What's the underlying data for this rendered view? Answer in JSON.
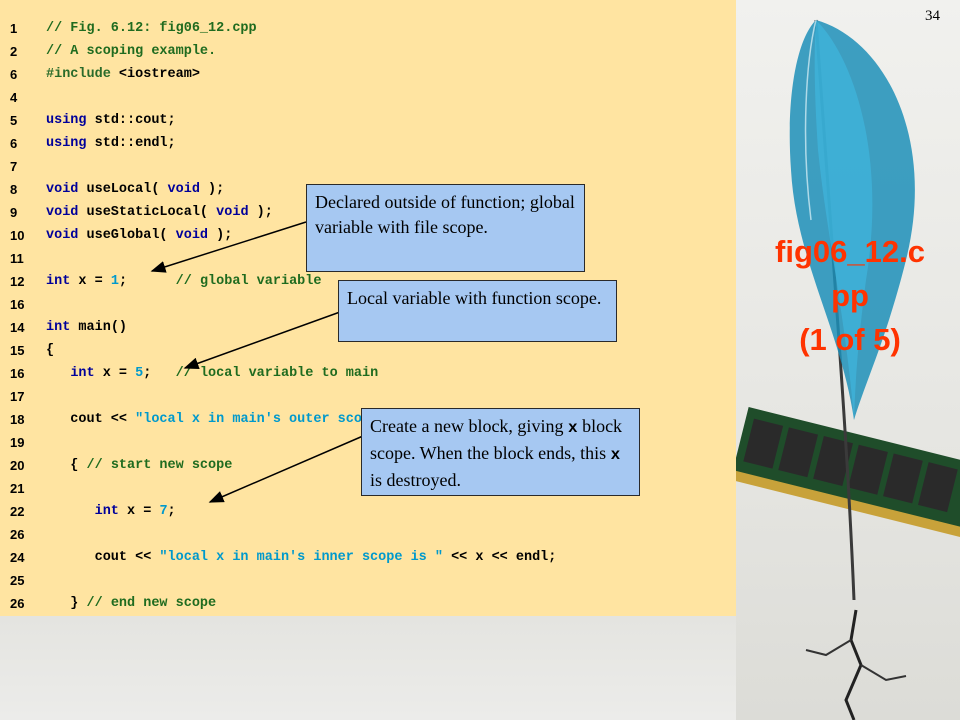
{
  "slide_number": "34",
  "side_title": {
    "line1": "fig06_12.c",
    "line2": "pp",
    "line3": "(1 of 5)"
  },
  "colors": {
    "code_background": "#ffe4a1",
    "callout_background": "#a6c8f2",
    "title_color": "#ff3300"
  },
  "lines": [
    {
      "n": "1",
      "tokens": [
        {
          "t": "com",
          "v": "// Fig. 6.12: fig06_12.cpp"
        }
      ]
    },
    {
      "n": "2",
      "tokens": [
        {
          "t": "com",
          "v": "// A scoping example."
        }
      ]
    },
    {
      "n": "6",
      "tokens": [
        {
          "t": "pp",
          "v": "#include "
        },
        {
          "t": "id",
          "v": "<iostream>"
        }
      ]
    },
    {
      "n": "4",
      "tokens": []
    },
    {
      "n": "5",
      "tokens": [
        {
          "t": "kw",
          "v": "using"
        },
        {
          "t": "id",
          "v": " std::cout;"
        }
      ]
    },
    {
      "n": "6",
      "tokens": [
        {
          "t": "kw",
          "v": "using"
        },
        {
          "t": "id",
          "v": " std::endl;"
        }
      ]
    },
    {
      "n": "7",
      "tokens": []
    },
    {
      "n": "8",
      "tokens": [
        {
          "t": "kw",
          "v": "void"
        },
        {
          "t": "id",
          "v": " useLocal( "
        },
        {
          "t": "kw",
          "v": "void"
        },
        {
          "t": "id",
          "v": " );"
        }
      ]
    },
    {
      "n": "9",
      "tokens": [
        {
          "t": "kw",
          "v": "void"
        },
        {
          "t": "id",
          "v": " useStaticLocal( "
        },
        {
          "t": "kw",
          "v": "void"
        },
        {
          "t": "id",
          "v": " );"
        }
      ]
    },
    {
      "n": "10",
      "tokens": [
        {
          "t": "kw",
          "v": "void"
        },
        {
          "t": "id",
          "v": " useGlobal( "
        },
        {
          "t": "kw",
          "v": "void"
        },
        {
          "t": "id",
          "v": " );"
        }
      ]
    },
    {
      "n": "11",
      "tokens": []
    },
    {
      "n": "12",
      "tokens": [
        {
          "t": "kw",
          "v": "int"
        },
        {
          "t": "id",
          "v": " x = "
        },
        {
          "t": "num",
          "v": "1"
        },
        {
          "t": "id",
          "v": ";      "
        },
        {
          "t": "com",
          "v": "// global variable"
        }
      ]
    },
    {
      "n": "16",
      "tokens": []
    },
    {
      "n": "14",
      "tokens": [
        {
          "t": "kw",
          "v": "int"
        },
        {
          "t": "id",
          "v": " main()"
        }
      ]
    },
    {
      "n": "15",
      "tokens": [
        {
          "t": "id",
          "v": "{"
        }
      ]
    },
    {
      "n": "16",
      "tokens": [
        {
          "t": "id",
          "v": "   "
        },
        {
          "t": "kw",
          "v": "int"
        },
        {
          "t": "id",
          "v": " x = "
        },
        {
          "t": "num",
          "v": "5"
        },
        {
          "t": "id",
          "v": ";   "
        },
        {
          "t": "com",
          "v": "// local variable to main"
        }
      ]
    },
    {
      "n": "17",
      "tokens": []
    },
    {
      "n": "18",
      "tokens": [
        {
          "t": "id",
          "v": "   cout << "
        },
        {
          "t": "str",
          "v": "\"local x in main's outer scope is \""
        }
      ]
    },
    {
      "n": "19",
      "tokens": []
    },
    {
      "n": "20",
      "tokens": [
        {
          "t": "id",
          "v": "   { "
        },
        {
          "t": "com",
          "v": "// start new scope"
        }
      ]
    },
    {
      "n": "21",
      "tokens": []
    },
    {
      "n": "22",
      "tokens": [
        {
          "t": "id",
          "v": "      "
        },
        {
          "t": "kw",
          "v": "int"
        },
        {
          "t": "id",
          "v": " x = "
        },
        {
          "t": "num",
          "v": "7"
        },
        {
          "t": "id",
          "v": ";"
        }
      ]
    },
    {
      "n": "26",
      "tokens": []
    },
    {
      "n": "24",
      "tokens": [
        {
          "t": "id",
          "v": "      cout << "
        },
        {
          "t": "str",
          "v": "\"local x in main's inner scope is \""
        },
        {
          "t": "id",
          "v": " << x << endl;"
        }
      ]
    },
    {
      "n": "25",
      "tokens": []
    },
    {
      "n": "26",
      "tokens": [
        {
          "t": "id",
          "v": "   } "
        },
        {
          "t": "com",
          "v": "// end new scope"
        }
      ]
    }
  ],
  "callouts": {
    "global": {
      "text": "Declared outside of function; global variable with file scope."
    },
    "local": {
      "text": "Local variable with function scope."
    },
    "block": {
      "part1": "Create a new block, giving ",
      "code1": "x",
      "part2": " block scope. When the block ends, this ",
      "code2": "x",
      "part3": " is destroyed."
    }
  }
}
